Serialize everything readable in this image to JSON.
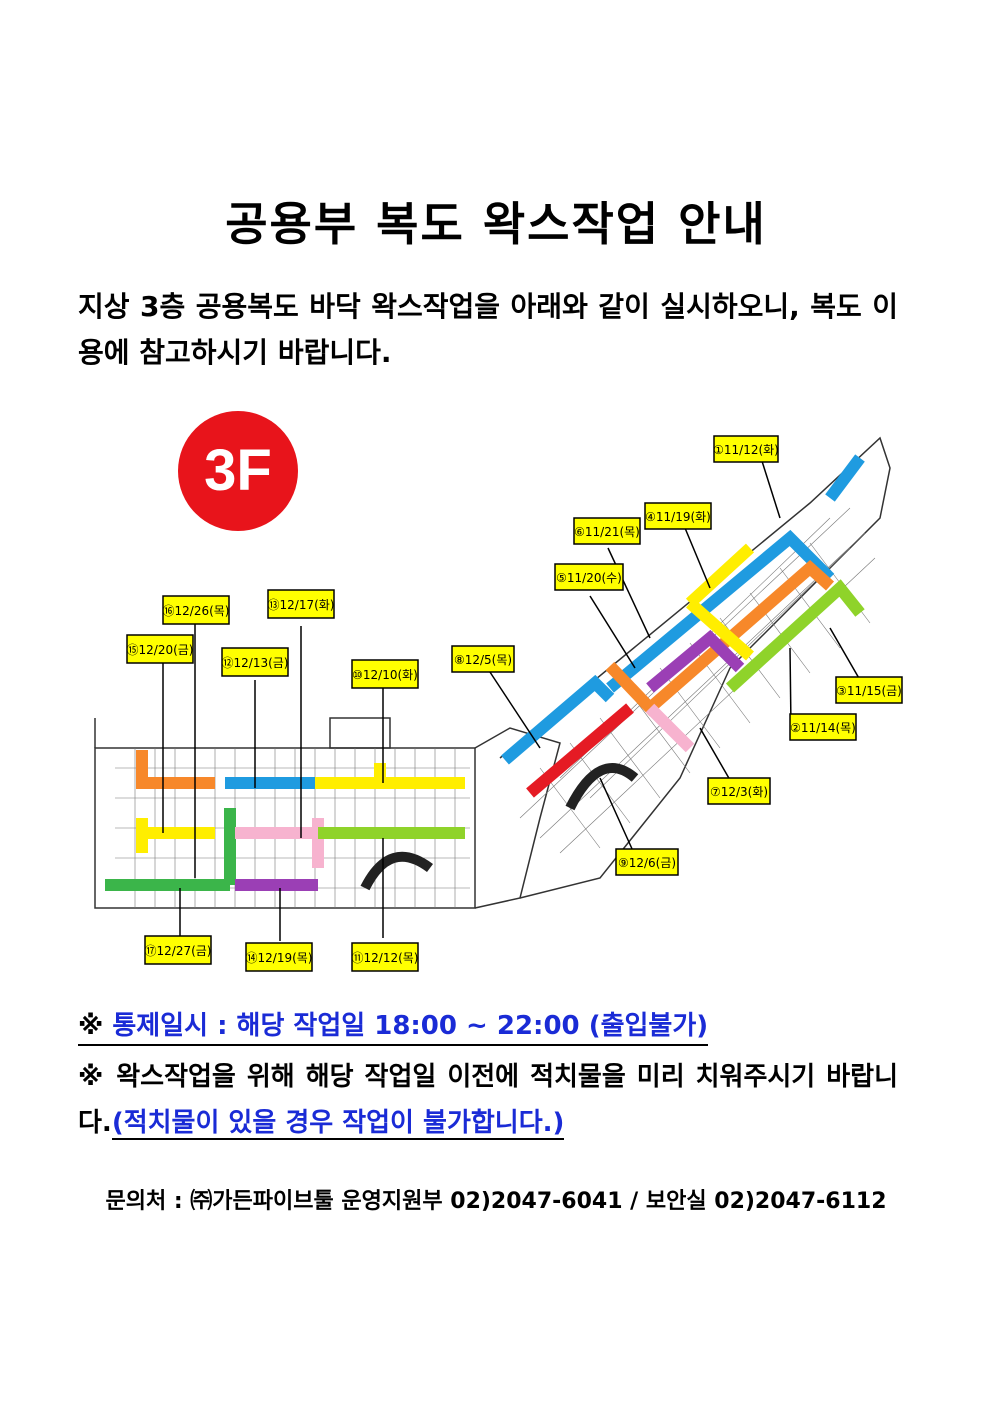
{
  "title": "공용부 복도 왁스작업 안내",
  "intro": "지상 3층 공용복도 바닥 왁스작업을 아래와 같이 실시하오니, 복도 이용에 참고하시기 바랍니다.",
  "map": {
    "floor_badge": "3F",
    "labels": [
      {
        "text": "①11/12(화)"
      },
      {
        "text": "②11/14(목)"
      },
      {
        "text": "③11/15(금)"
      },
      {
        "text": "④11/19(화)"
      },
      {
        "text": "⑤11/20(수)"
      },
      {
        "text": "⑥11/21(목)"
      },
      {
        "text": "⑦12/3(화)"
      },
      {
        "text": "⑧12/5(목)"
      },
      {
        "text": "⑨12/6(금)"
      },
      {
        "text": "⑩12/10(화)"
      },
      {
        "text": "⑪12/12(목)"
      },
      {
        "text": "⑫12/13(금)"
      },
      {
        "text": "⑬12/17(화)"
      },
      {
        "text": "⑭12/19(목)"
      },
      {
        "text": "⑮12/20(금)"
      },
      {
        "text": "⑯12/26(목)"
      },
      {
        "text": "⑰12/27(금)"
      }
    ],
    "colors": {
      "badge": "#e8141b",
      "label_bg": "#ffff00",
      "blue": "#1f9be0",
      "orange": "#f7882a",
      "yellow": "#ffee00",
      "green": "#8fd32a",
      "purple": "#9b3fb5",
      "pink": "#f7b3cf",
      "red": "#e51b24",
      "darkgreen": "#3bb54a"
    }
  },
  "note1": {
    "mark": "※",
    "text": "통제일시 : 해당 작업일 18:00 ~ 22:00 (출입불가)"
  },
  "note2": {
    "text": "※ 왁스작업을 위해 해당 작업일 이전에 적치물을 미리 치워주시기 바랍니다.",
    "highlight": "(적치물이 있을 경우 작업이 불가합니다.)"
  },
  "contact": "문의처 : ㈜가든파이브툴 운영지원부 02)2047-6041 / 보안실 02)2047-6112"
}
